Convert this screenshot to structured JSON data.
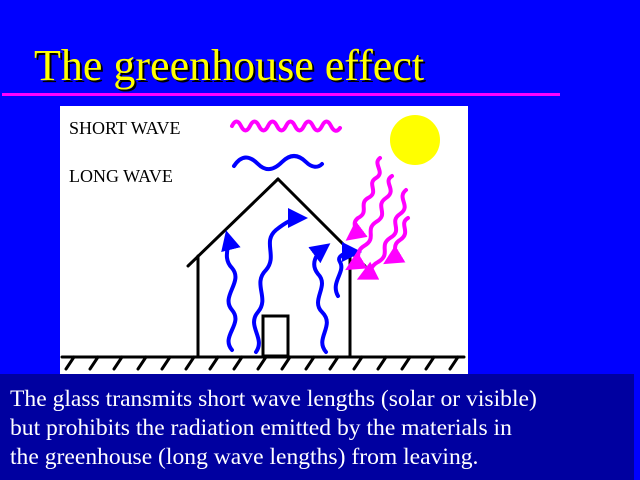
{
  "slide": {
    "title": "The greenhouse effect"
  },
  "diagram": {
    "legend": {
      "short_wave_label": "SHORT WAVE",
      "long_wave_label": "LONG WAVE"
    }
  },
  "caption": {
    "lines": [
      "The glass transmits short wave lengths (solar or visible)",
      "but prohibits the radiation emitted by the materials in",
      "the greenhouse (long wave lengths) from  leaving."
    ]
  },
  "colors": {
    "background": "#0000ff",
    "title": "#ffff00",
    "rule": "#ff00ff",
    "short_wave": "#ff00ff",
    "long_wave": "#0000ff",
    "sun": "#ffff00",
    "caption_box": "#0000a0"
  }
}
